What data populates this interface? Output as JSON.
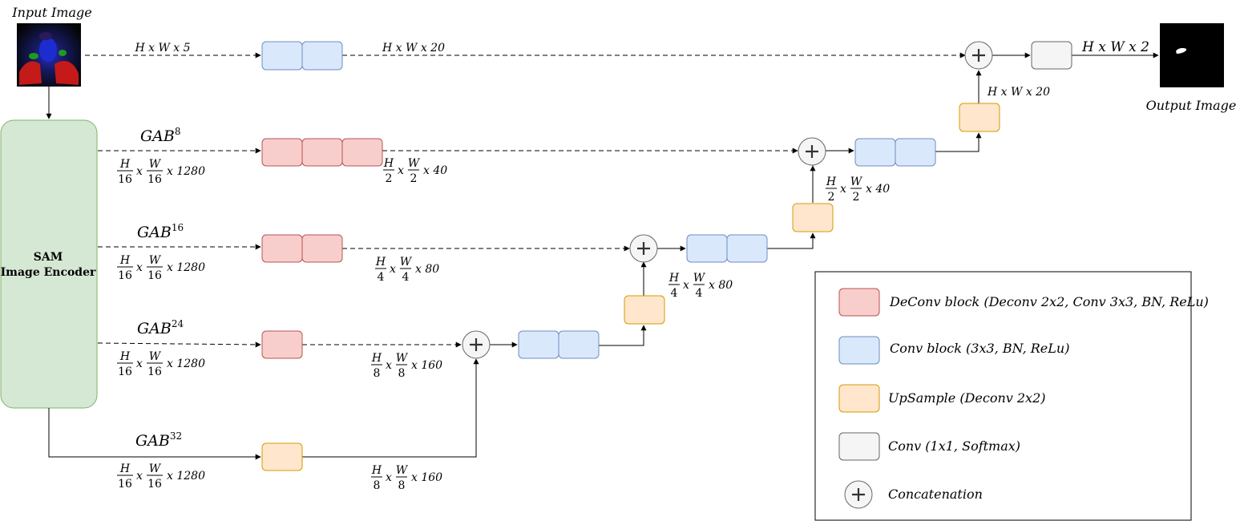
{
  "labels": {
    "input_image": "Input Image",
    "output_image": "Output Image",
    "encoder_line1": "SAM",
    "encoder_line2": "Image Encoder"
  },
  "gab": [
    {
      "base": "GAB",
      "sup": "8"
    },
    {
      "base": "GAB",
      "sup": "16"
    },
    {
      "base": "GAB",
      "sup": "24"
    },
    {
      "base": "GAB",
      "sup": "32"
    }
  ],
  "dims": {
    "in": "H x W x 5",
    "top": "H x W x 20",
    "out": "H x W x 2",
    "upmid": "H x W x 20"
  },
  "fractions": [
    {
      "num": "H",
      "den": "16",
      "num2": "W",
      "den2": "16",
      "tail": "x 1280"
    },
    {
      "num": "H",
      "den": "16",
      "num2": "W",
      "den2": "16",
      "tail": "x 1280"
    },
    {
      "num": "H",
      "den": "16",
      "num2": "W",
      "den2": "16",
      "tail": "x 1280"
    },
    {
      "num": "H",
      "den": "16",
      "num2": "W",
      "den2": "16",
      "tail": "x 1280"
    },
    {
      "num": "H",
      "den": "2",
      "num2": "W",
      "den2": "2",
      "tail": "x 40"
    },
    {
      "num": "H",
      "den": "4",
      "num2": "W",
      "den2": "4",
      "tail": "x 80"
    },
    {
      "num": "H",
      "den": "8",
      "num2": "W",
      "den2": "8",
      "tail": "x 160"
    },
    {
      "num": "H",
      "den": "8",
      "num2": "W",
      "den2": "8",
      "tail": "x 160"
    },
    {
      "num": "H",
      "den": "2",
      "num2": "W",
      "den2": "2",
      "tail": "x 40"
    },
    {
      "num": "H",
      "den": "4",
      "num2": "W",
      "den2": "4",
      "tail": "x 80"
    }
  ],
  "fraction_sep": "x",
  "legend": {
    "deconv": "DeConv block (Deconv 2x2, Conv 3x3, BN, ReLu)",
    "conv": "Conv block (3x3, BN, ReLu)",
    "upsample": "UpSample (Deconv 2x2)",
    "conv1x1": "Conv (1x1, Softmax)",
    "concat": "Concatenation"
  },
  "colors": {
    "deconv_fill": "#f8cecc",
    "deconv_stroke": "#b85450",
    "conv_fill": "#dae8fc",
    "conv_stroke": "#6c8ebf",
    "up_fill": "#ffe6cc",
    "up_stroke": "#d79b00",
    "gray_fill": "#f5f5f5",
    "gray_stroke": "#666666",
    "encoder_fill": "#d5e8d4",
    "encoder_stroke": "#82b366"
  },
  "icons": {
    "concat": "plus-circle-icon",
    "input_thumb": "input-image-icon",
    "output_thumb": "output-mask-icon"
  }
}
